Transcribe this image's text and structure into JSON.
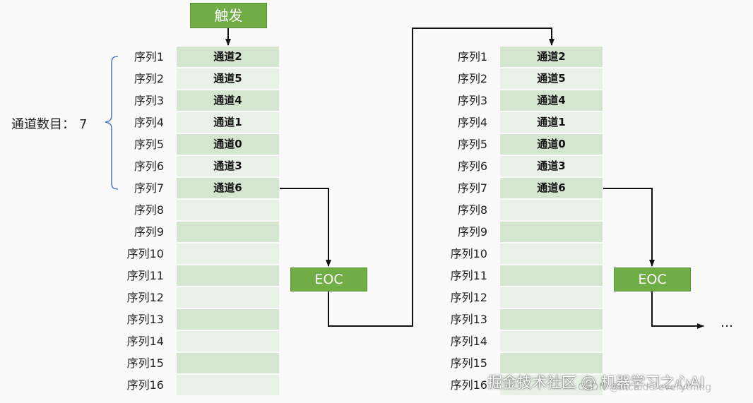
{
  "trigger_label": "触发",
  "eoc_label": "EOC",
  "channel_count": {
    "label": "通道数目：",
    "value": "7"
  },
  "sequence_labels": [
    "序列1",
    "序列2",
    "序列3",
    "序列4",
    "序列5",
    "序列6",
    "序列7",
    "序列8",
    "序列9",
    "序列10",
    "序列11",
    "序列12",
    "序列13",
    "序列14",
    "序列15",
    "序列16"
  ],
  "left_table": {
    "channels": [
      "通道2",
      "通道5",
      "通道4",
      "通道1",
      "通道0",
      "通道3",
      "通道6",
      "",
      "",
      "",
      "",
      "",
      "",
      "",
      "",
      ""
    ]
  },
  "right_table": {
    "channels": [
      "通道2",
      "通道5",
      "通道4",
      "通道1",
      "通道0",
      "通道3",
      "通道6",
      "",
      "",
      "",
      "",
      "",
      "",
      "",
      "",
      ""
    ]
  },
  "ellipsis": "…",
  "watermark": "掘金技术社区 @ 机器学习之心AI",
  "watermark_sub": "CSDN @include everything",
  "colors": {
    "green_box": "#70ad47",
    "row_dark": "#d5e6d0",
    "row_light": "#e8f1e5",
    "bracket": "#4a72c4"
  }
}
